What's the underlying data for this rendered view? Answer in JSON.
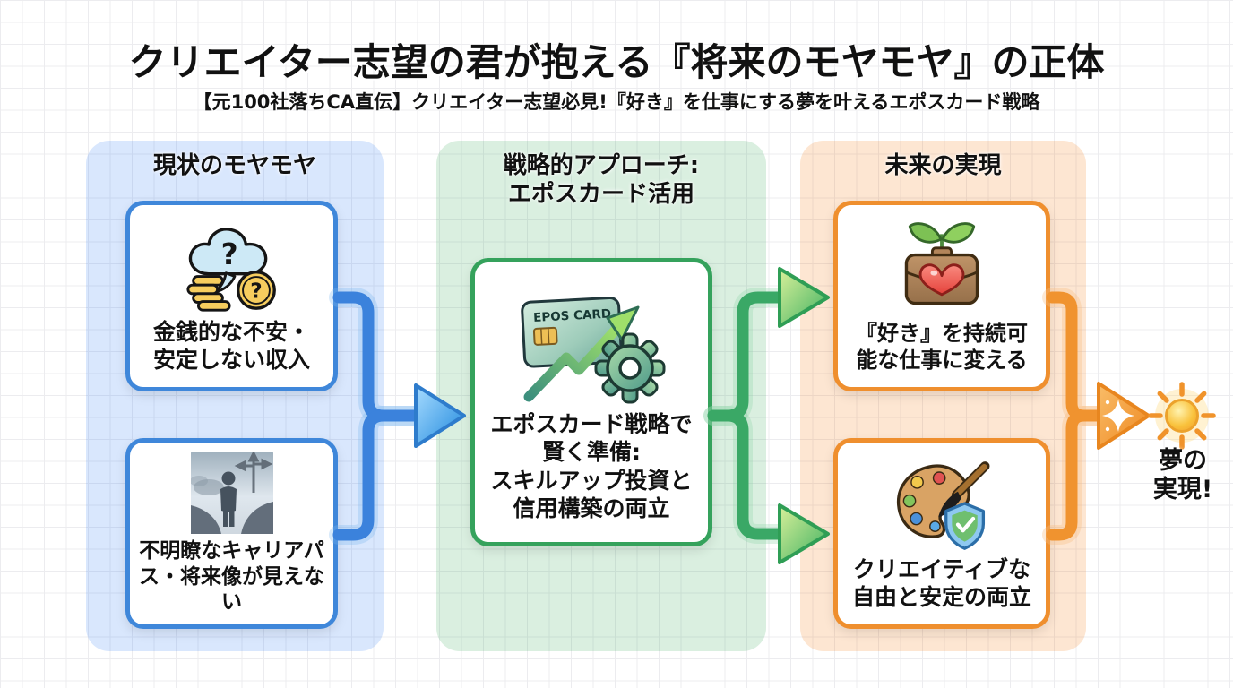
{
  "title": "クリエイター志望の君が抱える『将来のモヤモヤ』の正体",
  "subtitle": "【元100社落ちCA直伝】クリエイター志望必見!『好き』を仕事にする夢を叶えるエポスカード戦略",
  "columns": [
    {
      "header_lines": [
        "現状のモヤモヤ"
      ],
      "accent_color": "#3f87da",
      "cards": [
        {
          "icon": "money-anxiety-icon",
          "question_mark": "?",
          "lines": [
            "金銭的な不安・",
            "安定しない収入"
          ]
        },
        {
          "icon": "unclear-career-path-image",
          "lines": [
            "不明瞭なキャリアパ",
            "ス・将来像が見えない"
          ]
        }
      ]
    },
    {
      "header_lines": [
        "戦略的アプローチ:",
        "エポスカード活用"
      ],
      "accent_color": "#35a25c",
      "cards": [
        {
          "icon": "epos-card-growth-gear-icon",
          "epos_label": "EPOS CARD",
          "lines": [
            "エポスカード戦略で",
            "賢く準備:",
            "スキルアップ投資と",
            "信用構築の両立"
          ]
        }
      ]
    },
    {
      "header_lines": [
        "未来の実現"
      ],
      "accent_color": "#ef8f2e",
      "cards": [
        {
          "icon": "sustainable-work-icon",
          "lines": [
            "『好き』を持続可",
            "能な仕事に変える"
          ]
        },
        {
          "icon": "creative-freedom-security-icon",
          "lines": [
            "クリエイティブな",
            "自由と安定の両立"
          ]
        }
      ]
    }
  ],
  "goal": {
    "icon": "sun-icon",
    "label_lines": [
      "夢の",
      "実現!"
    ]
  },
  "colors": {
    "column_blue_bg": "rgba(66,133,244,0.20)",
    "column_green_bg": "rgba(52,168,83,0.18)",
    "column_orange_bg": "rgba(243,130,32,0.20)",
    "arrow_blue": "#3b82dc",
    "arrow_green": "#3aa866",
    "arrow_orange": "#f0932f"
  }
}
